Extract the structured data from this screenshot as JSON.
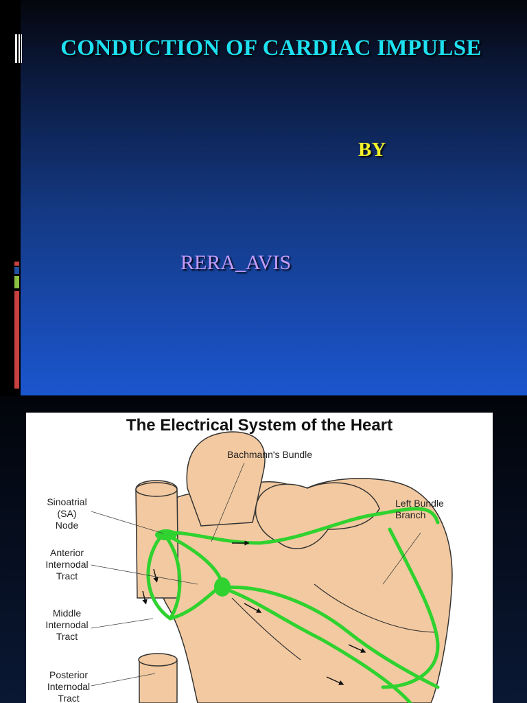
{
  "slide1": {
    "title": "CONDUCTION OF CARDIAC IMPULSE",
    "by": "BY",
    "author": "RERA_AVIS",
    "colors": {
      "title": "#1ee0f0",
      "by": "#f2f22a",
      "author": "#c39cff"
    }
  },
  "slide2": {
    "diagram_title": "The Electrical System of the Heart",
    "labels": {
      "bachmann": "Bachmann's Bundle",
      "sa_node": "Sinoatrial\n(SA)\nNode",
      "anterior": "Anterior\nInternodal\nTract",
      "middle": "Middle\nInternodal\nTract",
      "posterior": "Posterior\nInternodal\nTract",
      "left_bundle": "Left Bundle\nBranch"
    },
    "colors": {
      "pathway": "#2fd22f",
      "heart": "#f2c9a0"
    }
  }
}
